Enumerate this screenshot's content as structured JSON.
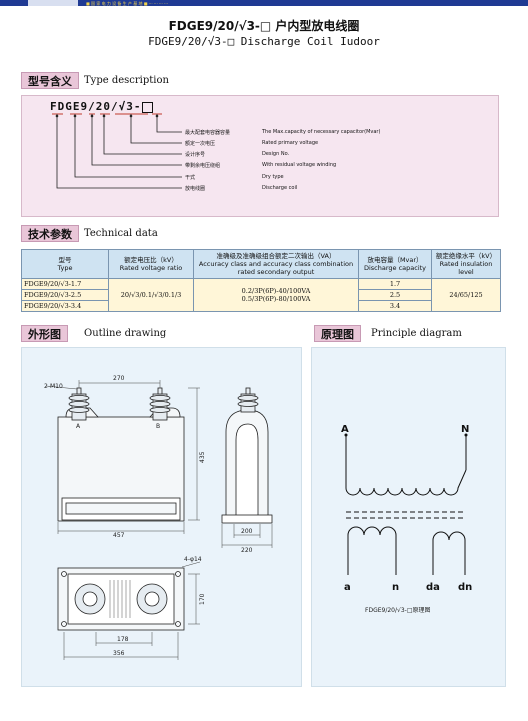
{
  "header": {
    "strip_text": "■ 国 家 电 力 设 备 生 产 基 地 ■ ··· ··· ··· ···"
  },
  "title": {
    "cn": "FDGE9/20/√3-□  户内型放电线圈",
    "en": "FDGE9/20/√3-□ Discharge Coil Iudoor"
  },
  "type_section": {
    "tag": "型号含义",
    "label_en": "Type description",
    "model_code": "FDGE9/20/√3-",
    "items": [
      {
        "cn": "最大配套电容器容量",
        "en": "The Max.capacity of necessary capacitor(Mvar)"
      },
      {
        "cn": "额定一次电压",
        "en": "Rated primary voltage"
      },
      {
        "cn": "设计序号",
        "en": "Design No."
      },
      {
        "cn": "带剩余电压绕组",
        "en": "With residual voltage winding"
      },
      {
        "cn": "干式",
        "en": "Dry type"
      },
      {
        "cn": "放电线圈",
        "en": "Discharge coil"
      }
    ]
  },
  "tech_section": {
    "tag": "技术参数",
    "label_en": "Technical data",
    "headers": [
      {
        "cn": "型号",
        "en": "Type"
      },
      {
        "cn": "额定电压比（kV）",
        "en": "Rated voltage ratio"
      },
      {
        "cn": "准确级及准确级组合额定二次输出（VA）",
        "en": "Accuracy class and accuracy class combination rated secondary output"
      },
      {
        "cn": "放电容量（Mvar）",
        "en": "Discharge capacity"
      },
      {
        "cn": "额定绝缘水平（kV）",
        "en": "Rated insulation level"
      }
    ],
    "models": [
      "FDGE9/20/√3-1.7",
      "FDGE9/20/√3-2.5",
      "FDGE9/20/√3-3.4"
    ],
    "voltage_ratio": "20/√3/0.1/√3/0.1/3",
    "accuracy": [
      "0.2/3P(6P)-40/100VA",
      "0.5/3P(6P)-80/100VA"
    ],
    "capacity": [
      "1.7",
      "2.5",
      "3.4"
    ],
    "insulation": "24/65/125"
  },
  "outline_section": {
    "tag": "外形图",
    "label_en": "Outline drawing",
    "dims": {
      "m10": "2-M10",
      "w270": "270",
      "h435": "435",
      "w457": "457",
      "w200": "200",
      "w220": "220",
      "holes": "4-φ14",
      "h170": "170",
      "w178": "178",
      "w356": "356",
      "term_a": "A",
      "term_b": "B"
    }
  },
  "principle_section": {
    "tag": "原理图",
    "label_en": "Principle diagram",
    "terminals": {
      "A": "A",
      "N": "N",
      "a": "a",
      "n": "n",
      "da": "da",
      "dn": "dn"
    },
    "caption": "FDGE9/20/√3-□原理图"
  }
}
